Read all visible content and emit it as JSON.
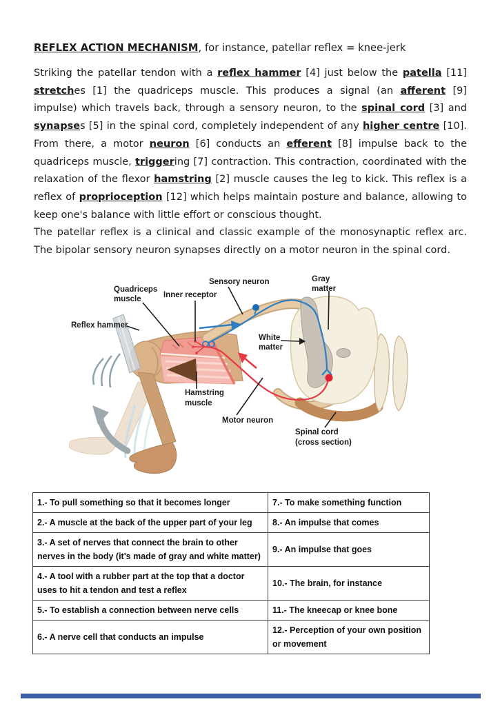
{
  "title": {
    "main": "REFLEX ACTION MECHANISM",
    "rest": ", for instance, patellar reflex = knee-jerk"
  },
  "paragraphs": {
    "p1": [
      {
        "t": "Striking the patellar tendon with a "
      },
      {
        "t": "reflex hammer",
        "u": true
      },
      {
        "t": " [4] just below the "
      },
      {
        "t": "patella",
        "u": true
      },
      {
        "t": " [11] "
      },
      {
        "t": "stretch",
        "u": true
      },
      {
        "t": "es [1] the quadriceps muscle. This produces a signal (an "
      },
      {
        "t": "afferent",
        "u": true
      },
      {
        "t": " [9] impulse) which travels back, through a sensory neuron, to the "
      },
      {
        "t": "spinal cord",
        "u": true
      },
      {
        "t": " [3] and "
      },
      {
        "t": "synapse",
        "u": true
      },
      {
        "t": "s [5] in the spinal cord, completely independent of any "
      },
      {
        "t": "higher centre",
        "u": true
      },
      {
        "t": " [10]. From there, a motor "
      },
      {
        "t": "neuron",
        "u": true
      },
      {
        "t": " [6] conducts an "
      },
      {
        "t": "efferent",
        "u": true
      },
      {
        "t": " [8] impulse back to the quadriceps muscle, "
      },
      {
        "t": "trigger",
        "u": true
      },
      {
        "t": "ing [7] contraction. This contraction, coordinated with the relaxation of the flexor "
      },
      {
        "t": "hamstring",
        "u": true
      },
      {
        "t": " [2] muscle causes the leg to kick. This reflex is a reflex of "
      },
      {
        "t": "proprioception",
        "u": true
      },
      {
        "t": " [12] which helps maintain posture and balance, allowing to keep one's balance with little effort or conscious thought."
      }
    ],
    "p2": "The patellar reflex is a clinical and classic example of the monosynaptic reflex arc. The bipolar sensory neuron synapses directly on a motor neuron in the spinal cord."
  },
  "diagram": {
    "labels": {
      "quadriceps_muscle": [
        "Quadriceps",
        "muscle"
      ],
      "inner_receptor": "Inner receptor",
      "sensory_neuron": "Sensory neuron",
      "gray_matter": [
        "Gray",
        "matter"
      ],
      "reflex_hammer": "Reflex hammer",
      "white_matter": [
        "White",
        "matter"
      ],
      "hamstring_muscle": [
        "Hamstring",
        "muscle"
      ],
      "motor_neuron": "Motor neuron",
      "spinal_cord": [
        "Spinal cord",
        "(cross section)"
      ]
    }
  },
  "table": {
    "rows": [
      {
        "left": "1.- To pull something so that it becomes longer",
        "right": "7.- To make something function"
      },
      {
        "left": "2.- A muscle at the back of the upper part of your leg",
        "right": "8.- An impulse that comes"
      },
      {
        "left": "3.- A set of nerves that connect the brain to other nerves in the body (it's made of gray and white matter)",
        "right": "9.- An impulse that goes"
      },
      {
        "left": "4.- A tool with a rubber part at the top that a doctor uses to hit a tendon and test a reflex",
        "right": "10.- The brain, for instance"
      },
      {
        "left": "5.- To establish a connection between nerve cells",
        "right": "11.- The kneecap or knee bone"
      },
      {
        "left": "6.- A nerve cell that conducts an impulse",
        "right": "12.- Perception of your own position or movement"
      }
    ]
  },
  "colors": {
    "afferent-blue": "#2f7fc1",
    "efferent-red": "#e63946",
    "footer-blue": "#3b5ea7",
    "skin": "#d9ae85",
    "muscle-pink": "#f6bcb4",
    "muscle-red": "#ef9b92",
    "cord-cream": "#f5efdf",
    "gray-matter": "#c7c1b7",
    "hammer-brown": "#6f4426"
  }
}
